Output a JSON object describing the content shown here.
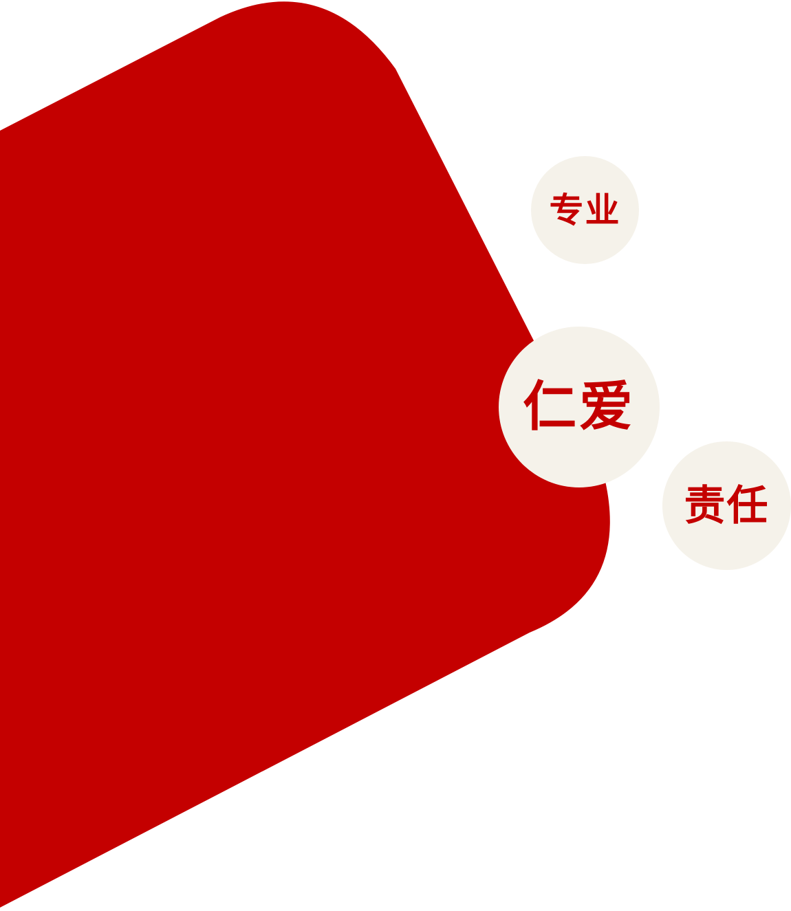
{
  "colors": {
    "brand_red": "#C40000",
    "bubble_cream": "#F5F2EA",
    "background": "#FFFFFF"
  },
  "values": [
    {
      "id": "zhuanye",
      "label": "专业"
    },
    {
      "id": "renai",
      "label": "仁爱"
    },
    {
      "id": "zeren",
      "label": "责任"
    }
  ]
}
